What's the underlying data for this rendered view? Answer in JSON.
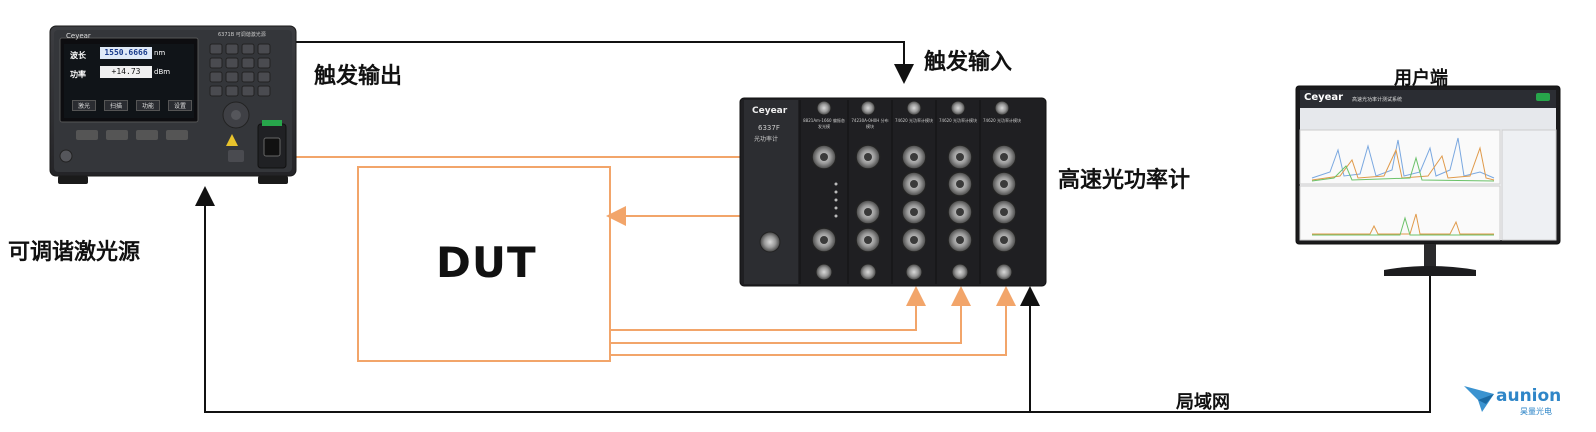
{
  "labels": {
    "trigger_out": "触发输出",
    "trigger_in": "触发输入",
    "laser_source": "可调谐激光源",
    "power_meter": "高速光功率计",
    "user_terminal": "用户端",
    "lan": "局域网",
    "dut": "DUT"
  },
  "laser_device": {
    "brand": "Ceyear",
    "model": "6371B 可调谐激光源",
    "wavelength_label": "波长",
    "wavelength_value": "1550.6666",
    "wavelength_unit": "nm",
    "power_label": "功率",
    "power_value": "+14.73",
    "power_unit": "dBm",
    "softkeys": [
      "激光",
      "扫描",
      "功能",
      "设置"
    ]
  },
  "meter_device": {
    "brand": "Ceyear",
    "model": "6337F",
    "subtitle": "光功率计",
    "module_labels": [
      "8821Am-1660 偏振态发光模",
      "74230A-0H0H 分布模块",
      "74620 光功率计模块",
      "74620 光功率计模块",
      "74620 光功率计模块"
    ]
  },
  "monitor": {
    "brand": "Ceyear",
    "app_title": "高速光功率计测试系统"
  },
  "watermark": {
    "brand": "aunion",
    "sub": "昊量光电"
  },
  "colors": {
    "optical_line": "#f2a56a",
    "trigger_line": "#111111",
    "device_body": "#2b2b2d",
    "device_face": "#3a3b3e"
  }
}
